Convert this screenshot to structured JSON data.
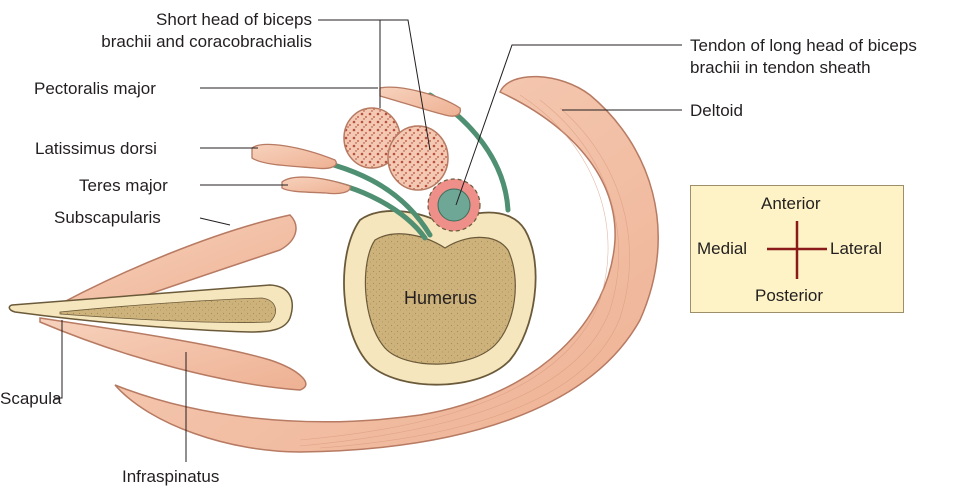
{
  "labels": {
    "short_head": [
      "Short head of biceps",
      "brachii and coracobrachialis"
    ],
    "pectoralis_major": "Pectoralis major",
    "latissimus_dorsi": "Latissimus dorsi",
    "teres_major": "Teres major",
    "subscapularis": "Subscapularis",
    "scapula": "Scapula",
    "infraspinatus": "Infraspinatus",
    "humerus": "Humerus",
    "long_head_tendon": [
      "Tendon of long head of biceps",
      "brachii in tendon sheath"
    ],
    "deltoid": "Deltoid"
  },
  "orientation": {
    "anterior": "Anterior",
    "posterior": "Posterior",
    "medial": "Medial",
    "lateral": "Lateral"
  },
  "colors": {
    "muscle": "#f3c2a8",
    "muscle_stroke": "#b77a62",
    "bone_outer": "#f5e6bd",
    "bone_inner": "#c9b07a",
    "tendon": "#4f8f72",
    "sheath": "#ee8f8a",
    "legend_bg": "#fdf3c6",
    "cross": "#8a1a1a"
  }
}
